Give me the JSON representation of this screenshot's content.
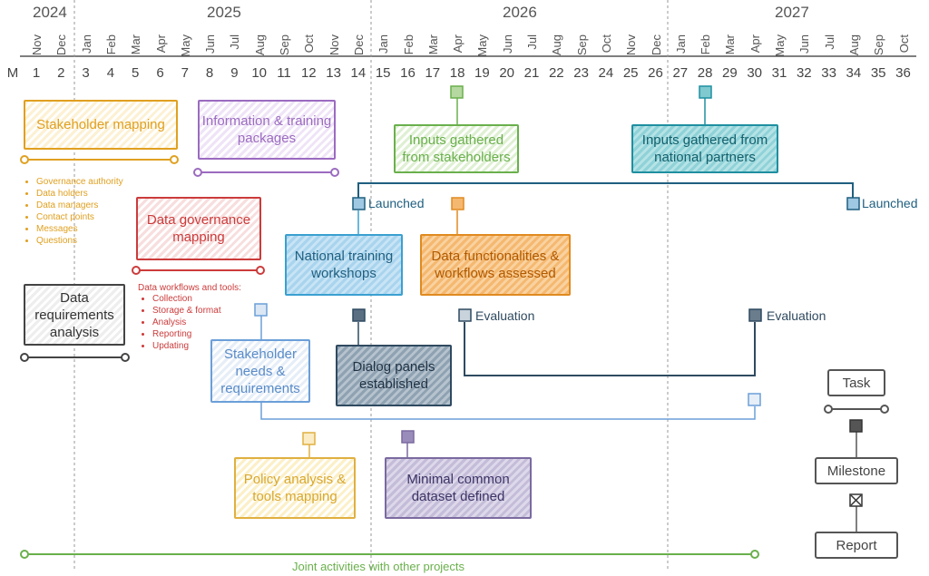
{
  "header": {
    "years": [
      "2024",
      "2025",
      "2026",
      "2027"
    ],
    "months": [
      "Nov",
      "Dec",
      "Jan",
      "Feb",
      "Mar",
      "Apr",
      "May",
      "Jun",
      "Jul",
      "Aug",
      "Sep",
      "Oct",
      "Nov",
      "Dec",
      "Jan",
      "Feb",
      "Mar",
      "Apr",
      "May",
      "Jun",
      "Jul",
      "Aug",
      "Sep",
      "Oct",
      "Nov",
      "Dec",
      "Jan",
      "Feb",
      "Mar",
      "Apr",
      "May",
      "Jun",
      "Jul",
      "Aug",
      "Sep",
      "Oct"
    ],
    "m_label": "M",
    "month_numbers": [
      "1",
      "2",
      "3",
      "4",
      "5",
      "6",
      "7",
      "8",
      "9",
      "10",
      "11",
      "12",
      "13",
      "14",
      "15",
      "16",
      "17",
      "18",
      "19",
      "20",
      "21",
      "22",
      "23",
      "24",
      "25",
      "26",
      "27",
      "28",
      "29",
      "30",
      "31",
      "32",
      "33",
      "34",
      "35",
      "36"
    ]
  },
  "tasks": {
    "stakeholder_mapping": "Stakeholder mapping",
    "information_packages": "Information & training packages",
    "data_governance": "Data governance mapping",
    "data_requirements": "Data requirements analysis",
    "stakeholder_needs": "Stakeholder needs & requirements",
    "policy_analysis": "Policy analysis & tools mapping",
    "minimal_dataset": "Minimal common dataset defined",
    "dialog_panels": "Dialog panels established",
    "national_workshops": "National training workshops",
    "data_functionalities": "Data functionalities & workflows assessed",
    "inputs_stakeholders": "Inputs gathered from stakeholders",
    "inputs_partners": "Inputs gathered from national partners"
  },
  "stakeholder_list": [
    "Governance authority",
    "Data holders",
    "Data managers",
    "Contact points",
    "Messages",
    "Questions"
  ],
  "workflows": {
    "title": "Data workflows and tools:",
    "items": [
      "Collection",
      "Storage & format",
      "Analysis",
      "Reporting",
      "Updating"
    ]
  },
  "milestones": {
    "launched_1": "Launched",
    "launched_2": "Launched",
    "evaluation_1": "Evaluation",
    "evaluation_2": "Evaluation"
  },
  "joint_activities": "Joint activities with other projects",
  "legend": {
    "task": "Task",
    "milestone": "Milestone",
    "report": "Report"
  },
  "colors": {
    "orange": "#e0a020",
    "purple": "#9b6bc0",
    "red": "#cc3b3b",
    "gray": "#444444",
    "blue_light": "#6b9fd8",
    "yellow": "#e0b040",
    "violet": "#7a6aa0",
    "slate": "#2f4a60",
    "sky": "#3aa0d0",
    "amber": "#e08a20",
    "green": "#6ab04c",
    "teal": "#1f8fa0",
    "link": "#1f5f7f"
  }
}
